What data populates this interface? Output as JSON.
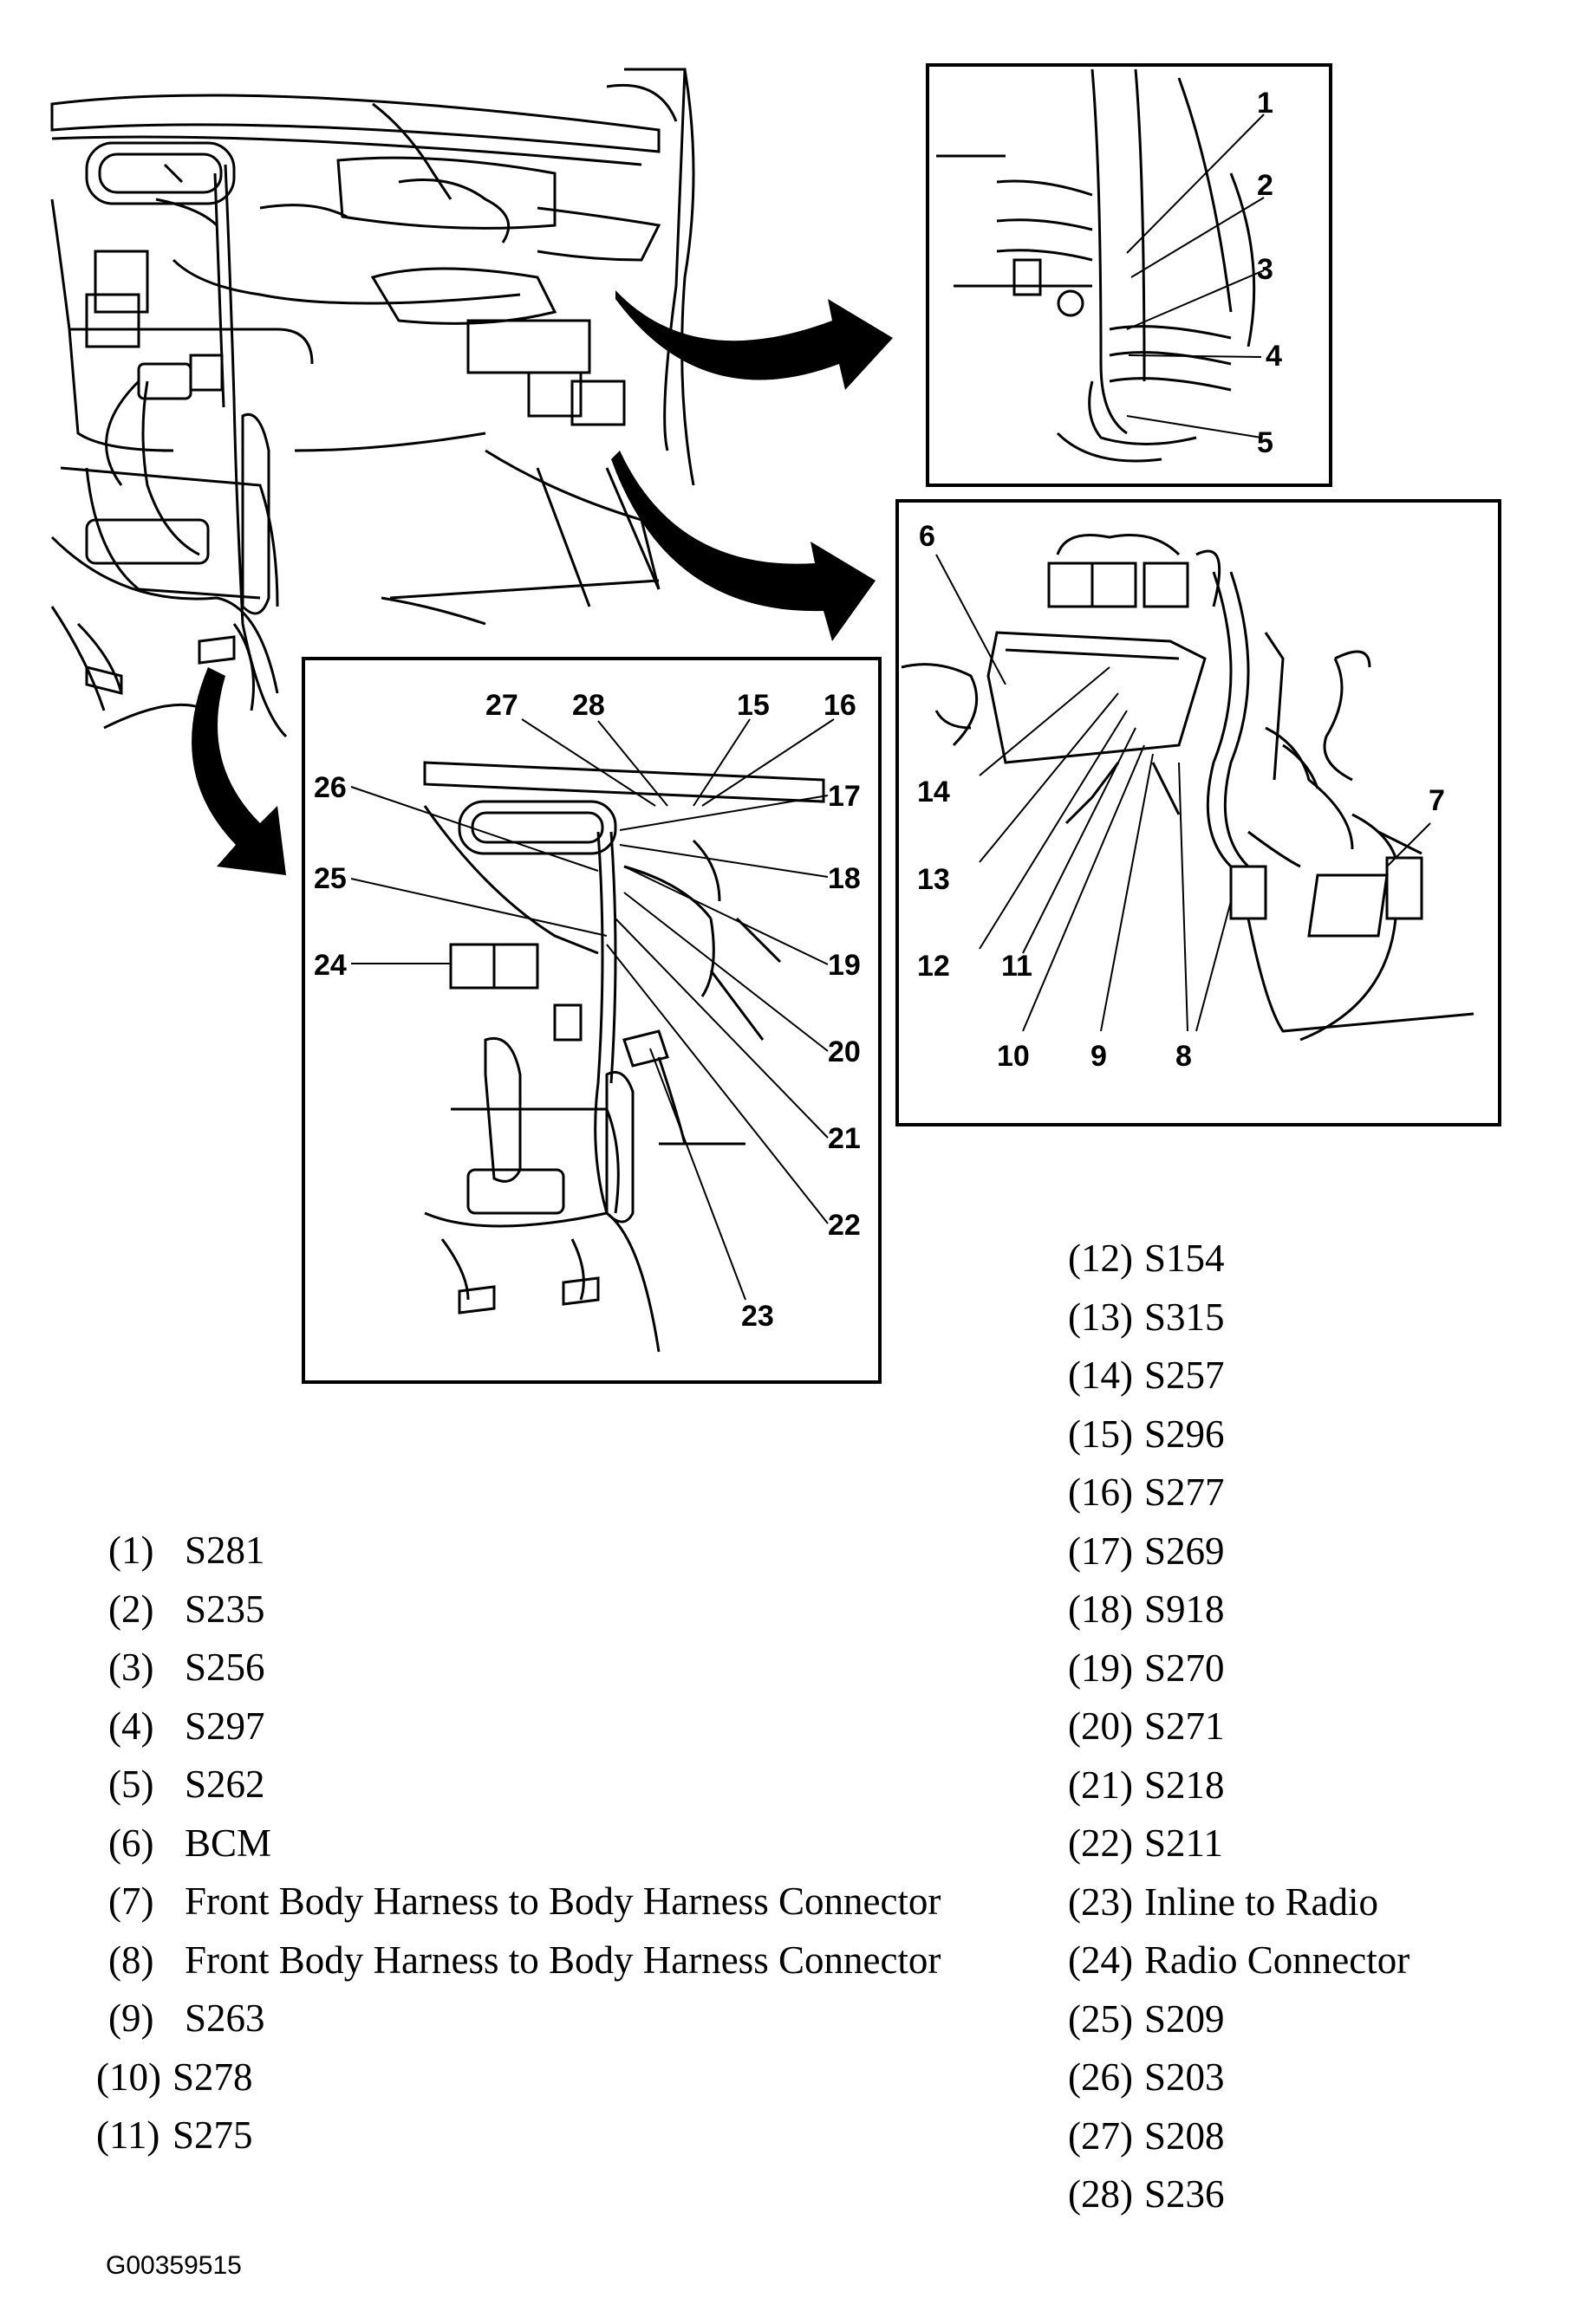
{
  "figure_id": "G00359515",
  "callouts": [
    "1",
    "2",
    "3",
    "4",
    "5",
    "6",
    "7",
    "8",
    "9",
    "10",
    "11",
    "12",
    "13",
    "14",
    "15",
    "16",
    "17",
    "18",
    "19",
    "20",
    "21",
    "22",
    "23",
    "24",
    "25",
    "26",
    "27",
    "28"
  ],
  "legend_left": [
    {
      "num": "(1)",
      "text": "S281"
    },
    {
      "num": "(2)",
      "text": "S235"
    },
    {
      "num": "(3)",
      "text": "S256"
    },
    {
      "num": "(4)",
      "text": "S297"
    },
    {
      "num": "(5)",
      "text": "S262"
    },
    {
      "num": "(6)",
      "text": "BCM"
    },
    {
      "num": "(7)",
      "text": "Front Body Harness to Body Harness Connector"
    },
    {
      "num": "(8)",
      "text": "Front Body Harness to Body Harness Connector"
    },
    {
      "num": "(9)",
      "text": "S263"
    },
    {
      "num": "(10)",
      "text": "S278"
    },
    {
      "num": "(11)",
      "text": "S275"
    }
  ],
  "legend_right": [
    {
      "num": "(12)",
      "text": "S154"
    },
    {
      "num": "(13)",
      "text": "S315"
    },
    {
      "num": "(14)",
      "text": "S257"
    },
    {
      "num": "(15)",
      "text": "S296"
    },
    {
      "num": "(16)",
      "text": "S277"
    },
    {
      "num": "(17)",
      "text": "S269"
    },
    {
      "num": "(18)",
      "text": "S918"
    },
    {
      "num": "(19)",
      "text": "S270"
    },
    {
      "num": "(20)",
      "text": "S271"
    },
    {
      "num": "(21)",
      "text": "S218"
    },
    {
      "num": "(22)",
      "text": "S211"
    },
    {
      "num": "(23)",
      "text": "Inline to Radio"
    },
    {
      "num": "(24)",
      "text": "Radio Connector"
    },
    {
      "num": "(25)",
      "text": "S209"
    },
    {
      "num": "(26)",
      "text": "S203"
    },
    {
      "num": "(27)",
      "text": "S208"
    },
    {
      "num": "(28)",
      "text": "S236"
    }
  ]
}
